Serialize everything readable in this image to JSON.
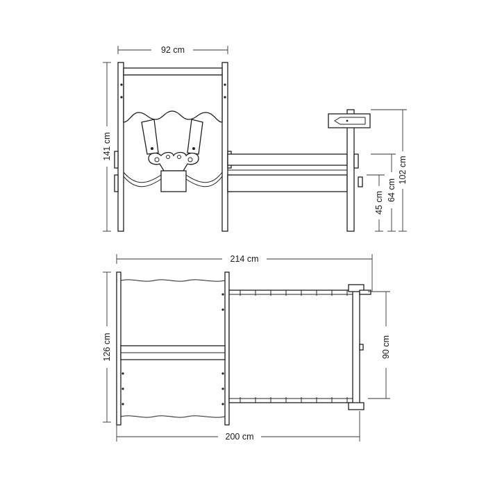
{
  "dimensions": {
    "width_top": "92 cm",
    "height_total": "141 cm",
    "sign_height": "102 cm",
    "rail_height": "64 cm",
    "mattress_height": "45 cm",
    "length_total": "214 cm",
    "depth_total": "126 cm",
    "mattress_width": "90 cm",
    "mattress_length": "200 cm"
  }
}
